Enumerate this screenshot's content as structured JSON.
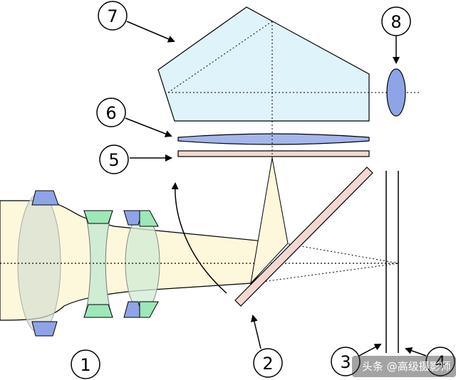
{
  "labels": {
    "l1": "1",
    "l2": "2",
    "l3": "3",
    "l4": "4",
    "l5": "5",
    "l6": "6",
    "l7": "7",
    "l8": "8"
  },
  "watermark": "头条 @高级摄影师",
  "colors": {
    "light_beam": "#fdf8dc",
    "prism": "#dff3fb",
    "blue_lens": "#93a6e8",
    "green_lens": "#9de7b8",
    "pink_mirror": "#f3d8d2",
    "stroke": "#000000"
  }
}
